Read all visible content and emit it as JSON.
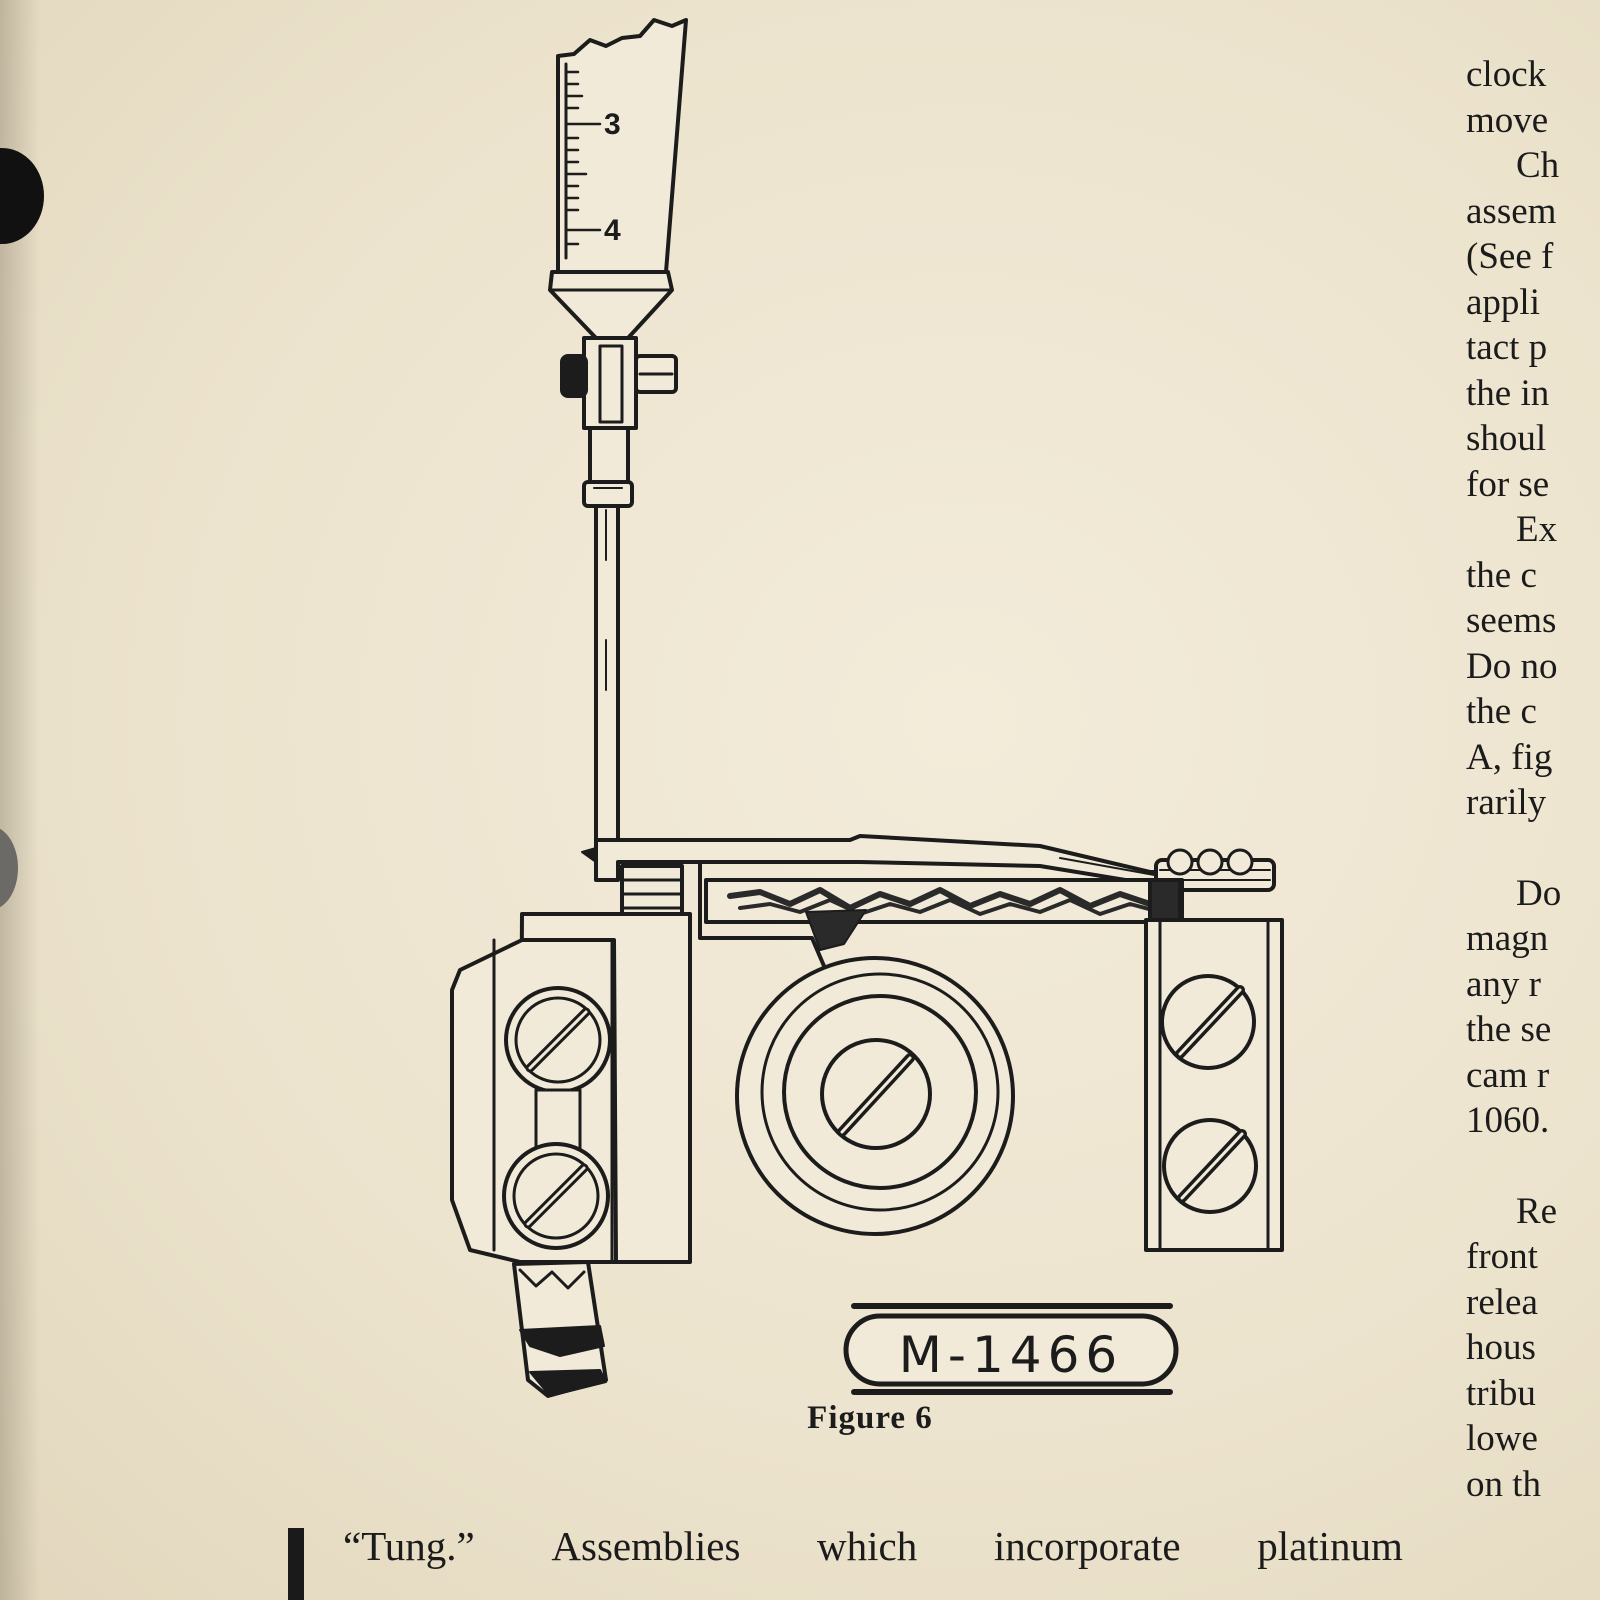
{
  "figure": {
    "scale_labels": [
      "3",
      "4"
    ],
    "id_tag": "M-1466",
    "caption": "Figure 6"
  },
  "right_column_lines": [
    "clock",
    "move",
    "Ch",
    "assem",
    "(See f",
    "appli",
    "tact p",
    "the in",
    "shoul",
    "for se",
    "Ex",
    "the c",
    "seems",
    "Do no",
    "the c",
    "A, fig",
    "rarily",
    "Do",
    "magn",
    "any r",
    "the se",
    "cam r",
    "1060.",
    "Re",
    "front",
    "relea",
    "hous",
    "tribu",
    "lowe",
    "on th"
  ],
  "bottom_text": {
    "words": [
      "“Tung.”",
      "Assemblies",
      "which",
      "incorporate",
      "platinum"
    ]
  }
}
